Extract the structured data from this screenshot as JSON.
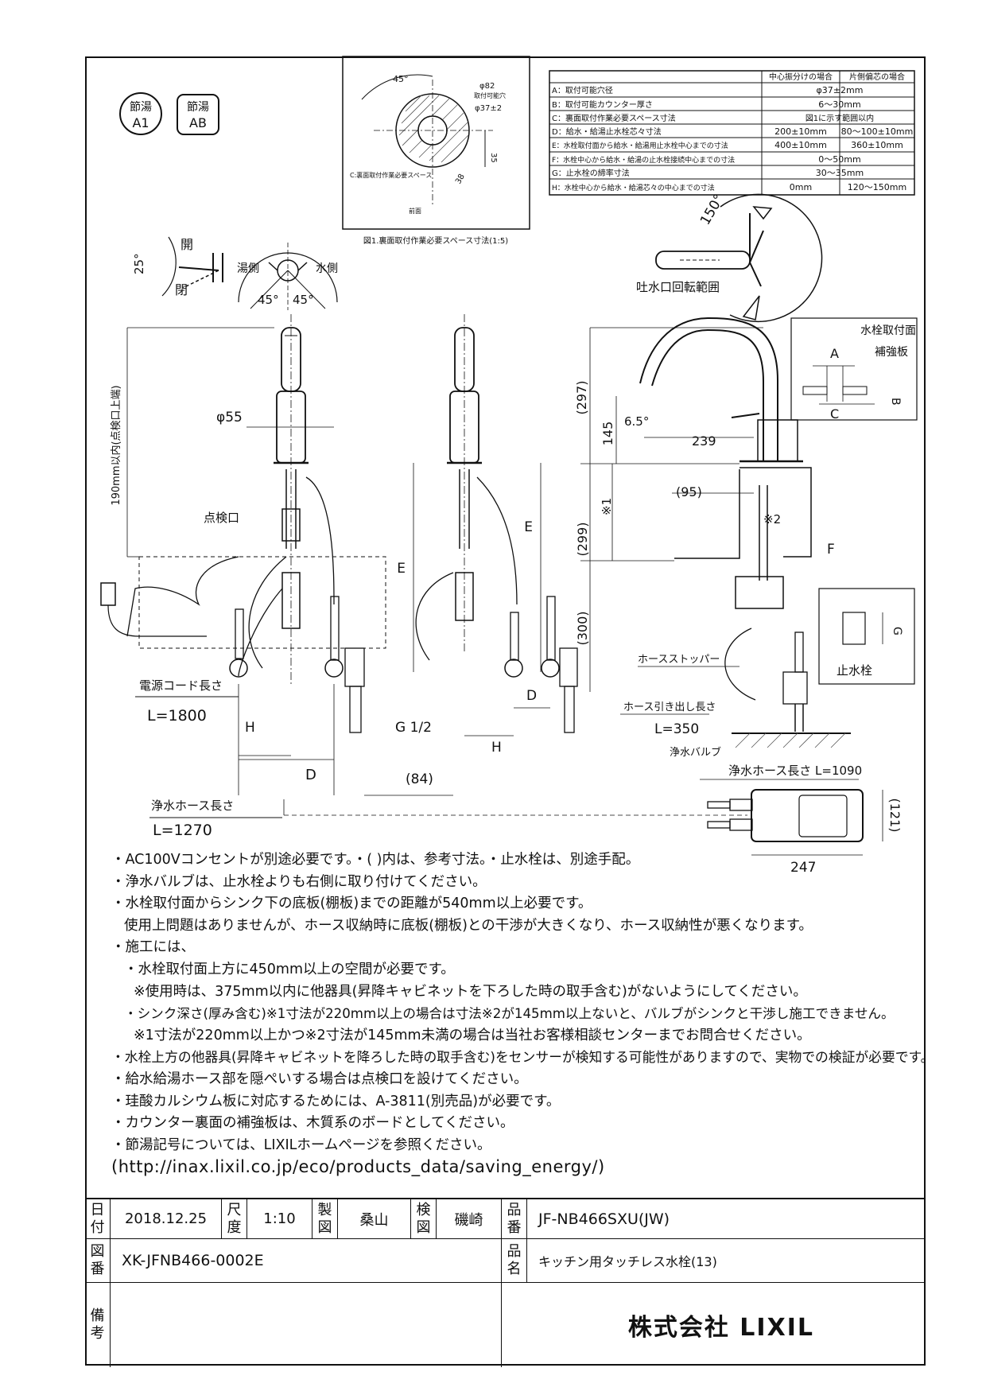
{
  "badges": [
    {
      "top": "節湯",
      "bottom": "A1"
    },
    {
      "top": "節湯",
      "bottom": "AB"
    }
  ],
  "spec_table": {
    "headers": [
      "中心振分けの場合",
      "片側偏芯の場合"
    ],
    "rows": [
      {
        "label": "A：取付可能穴径",
        "center": "φ37±2mm",
        "offset": ""
      },
      {
        "label": "B：取付可能カウンター厚さ",
        "center": "6～30mm",
        "offset": ""
      },
      {
        "label": "C：裏面取付作業必要スペース寸法",
        "center": "図1に示す範囲以内",
        "offset": ""
      },
      {
        "label": "D：給水・給湯止水栓芯々寸法",
        "center": "200±10mm",
        "offset": "80～100±10mm"
      },
      {
        "label": "E：水栓取付面から給水・給湯用止水栓中心までの寸法",
        "center": "400±10mm",
        "offset": "360±10mm"
      },
      {
        "label": "F：水栓中心から給水・給湯の止水栓接続中心までの寸法",
        "center": "0～50mm",
        "offset": ""
      },
      {
        "label": "G：止水栓の締率寸法",
        "center": "30～35mm",
        "offset": ""
      },
      {
        "label": "H：水栓中心から給水・給湯芯々の中心までの寸法",
        "center": "0mm",
        "offset": "120～150mm"
      }
    ]
  },
  "fig1": {
    "caption": "図1.裏面取付作業必要スペース寸法(1:5)",
    "angle": "45°",
    "phi82": "φ82",
    "hole_label": "取付可能穴",
    "hole_dia": "φ37±2",
    "dim35": "35",
    "dim38": "38",
    "space_label": "C:裏面取付作業必要スペース",
    "front_label": "前面"
  },
  "lever_view": {
    "angle": "25°",
    "open": "開",
    "close": "閉"
  },
  "handle_view": {
    "hot": "湯側",
    "cold": "水側",
    "angle_left": "45°",
    "angle_right": "45°"
  },
  "spout_view": {
    "angle": "150°",
    "label": "吐水口回転範囲"
  },
  "front_view": {
    "height_label": "190mm以内(点検口上端)",
    "diameter": "φ55",
    "inspection": "点検口",
    "cord_label": "電源コード長さ",
    "cord_length": "L=1800",
    "H": "H",
    "D": "D",
    "thread": "G 1/2",
    "dim84": "(84)",
    "hose_label": "浄水ホース長さ",
    "hose_length": "L=1270",
    "E": "E"
  },
  "mid_view": {
    "E": "E",
    "D": "D",
    "H": "H"
  },
  "side_view": {
    "mount_face": "水栓取付面",
    "reinforce": "補強板",
    "A": "A",
    "B": "B",
    "C": "C",
    "dim297": "(297)",
    "dim145": "145",
    "angle65": "6.5°",
    "dim239": "239",
    "dim95": "(95)",
    "star1": "※1",
    "star2": "※2",
    "dim299": "(299)",
    "F": "F",
    "dim300": "(300)",
    "G": "G",
    "stop_valve": "止水栓",
    "hose_stopper": "ホースストッパー",
    "hose_pull": "ホース引き出し長さ",
    "hose_pull_len": "L=350",
    "filter_valve": "浄水バルブ",
    "filter_hose": "浄水ホース長さ L=1090",
    "dim121": "(121)",
    "dim247": "247"
  },
  "notes": [
    {
      "indent": 0,
      "text": "・AC100Vコンセントが別途必要です。・( )内は、参考寸法。・止水栓は、別途手配。"
    },
    {
      "indent": 0,
      "text": "・浄水バルブは、止水栓よりも右側に取り付けてください。"
    },
    {
      "indent": 0,
      "text": "・水栓取付面からシンク下の底板(棚板)までの距離が540mm以上必要です。"
    },
    {
      "indent": 1,
      "text": "使用上問題はありませんが、ホース収納時に底板(棚板)との干渉が大きくなり、ホース収納性が悪くなります。"
    },
    {
      "indent": 0,
      "text": "・施工には、"
    },
    {
      "indent": 1,
      "text": "・水栓取付面上方に450mm以上の空間が必要です。"
    },
    {
      "indent": 2,
      "text": "※使用時は、375mm以内に他器具(昇降キャビネットを下ろした時の取手含む)がないようにしてください。"
    },
    {
      "indent": 1,
      "text": "・シンク深さ(厚み含む)※1寸法が220mm以上の場合は寸法※2が145mm以上ないと、バルブがシンクと干渉し施工できません。"
    },
    {
      "indent": 2,
      "text": "※1寸法が220mm以上かつ※2寸法が145mm未満の場合は当社お客様相談センターまでお問合せください。"
    },
    {
      "indent": 0,
      "text": "・水栓上方の他器具(昇降キャビネットを降ろした時の取手含む)をセンサーが検知する可能性がありますので、実物での検証が必要です。"
    },
    {
      "indent": 0,
      "text": "・給水給湯ホース部を隠ぺいする場合は点検口を設けてください。"
    },
    {
      "indent": 0,
      "text": "・珪酸カルシウム板に対応するためには、A-3811(別売品)が必要です。"
    },
    {
      "indent": 0,
      "text": "・カウンター裏面の補強板は、木質系のボードとしてください。"
    },
    {
      "indent": 0,
      "text": "・節湯記号については、LIXILホームページを参照ください。"
    }
  ],
  "url": "(http://inax.lixil.co.jp/eco/products_data/saving_energy/)",
  "title_block": {
    "date_label": "日付",
    "date": "2018.12.25",
    "scale_label": "尺度",
    "scale": "1:10",
    "drawn_label": "製図",
    "drawn": "桑山",
    "checked_label": "検図",
    "checked": "磯崎",
    "product_no_label": "品番",
    "product_no": "JF-NB466SXU(JW)",
    "drawing_no_label": "図番",
    "drawing_no": "XK-JFNB466-0002E",
    "product_name_label": "品名",
    "product_name": "キッチン用タッチレス水栓(13)",
    "remarks_label": "備考",
    "company": "株式会社 LIXIL"
  }
}
